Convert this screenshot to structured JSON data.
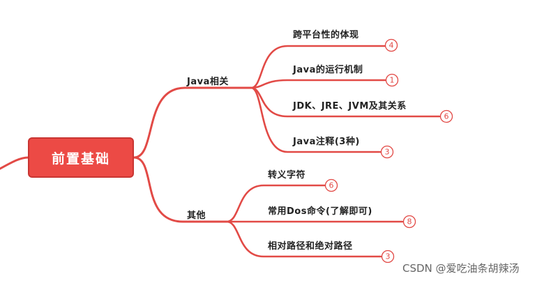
{
  "root": {
    "label": "前置基础"
  },
  "branches": [
    {
      "label": "Java相关",
      "children": [
        {
          "label": "跨平台性的体现",
          "badge": "4"
        },
        {
          "label": "Java的运行机制",
          "badge": "1"
        },
        {
          "label": "JDK、JRE、JVM及其关系",
          "badge": "6"
        },
        {
          "label": "Java注释(3种)",
          "badge": "3"
        }
      ]
    },
    {
      "label": "其他",
      "children": [
        {
          "label": "转义字符",
          "badge": "6"
        },
        {
          "label": "常用Dos命令(了解即可)",
          "badge": "8"
        },
        {
          "label": "相对路径和绝对路径",
          "badge": "3"
        }
      ]
    }
  ],
  "watermark": "CSDN @爱吃油条胡辣汤",
  "colors": {
    "accent": "#e24a46",
    "root_fill": "#ec4a45"
  }
}
